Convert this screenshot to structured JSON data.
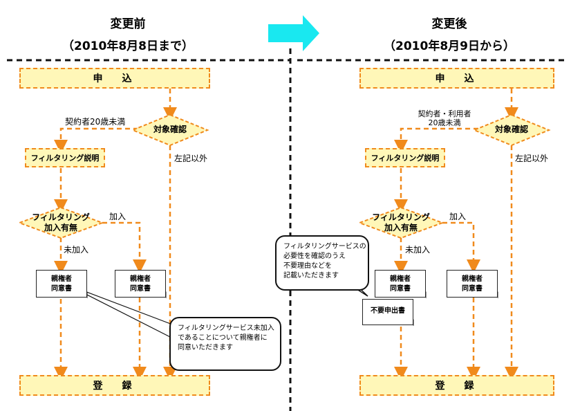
{
  "left": {
    "title": "変更前",
    "subtitle": "（2010年8月8日まで）",
    "apply": "申　込",
    "check": "対象確認",
    "under20": "契約者20歳未満",
    "other": "左記以外",
    "filter_explain": "フィルタリング説明",
    "filter_join": "フィルタリング\n加入有無",
    "joined": "加入",
    "not_joined": "未加入",
    "consent1": "親権者\n同意書",
    "consent2": "親権者\n同意書",
    "callout": "フィルタリングサービス未加入\nであることについて親権者に\n同意いただきます",
    "register": "登　録"
  },
  "right": {
    "title": "変更後",
    "subtitle": "（2010年8月9日から）",
    "apply": "申　込",
    "check": "対象確認",
    "under20": "契約者・利用者\n20歳未満",
    "other": "左記以外",
    "filter_explain": "フィルタリング説明",
    "filter_join": "フィルタリング\n加入有無",
    "joined": "加入",
    "not_joined": "未加入",
    "callout": "フィルタリングサービスの\n必要性を確認のうえ\n不要理由などを\n記載いただきます",
    "consent1": "親権者\n同意書",
    "consent2": "親権者\n同意書",
    "no_need": "不要申出書",
    "register": "登　録"
  }
}
